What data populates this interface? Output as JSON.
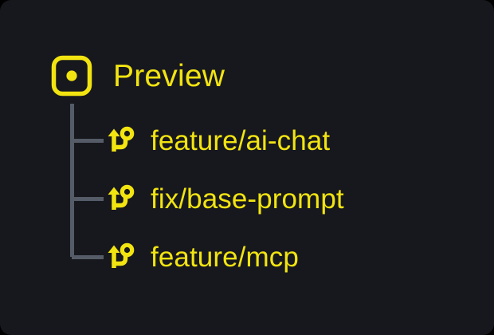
{
  "theme": {
    "outer_background": "#000000",
    "panel_background": "#17181d",
    "accent_yellow": "#f2e411",
    "connector_gray": "#555c68"
  },
  "tree": {
    "root": {
      "label": "Preview",
      "icon": "preview-square-dot-icon"
    },
    "branches": [
      {
        "label": "feature/ai-chat",
        "icon": "git-branch-icon"
      },
      {
        "label": "fix/base-prompt",
        "icon": "git-branch-icon"
      },
      {
        "label": "feature/mcp",
        "icon": "git-branch-icon"
      }
    ]
  }
}
